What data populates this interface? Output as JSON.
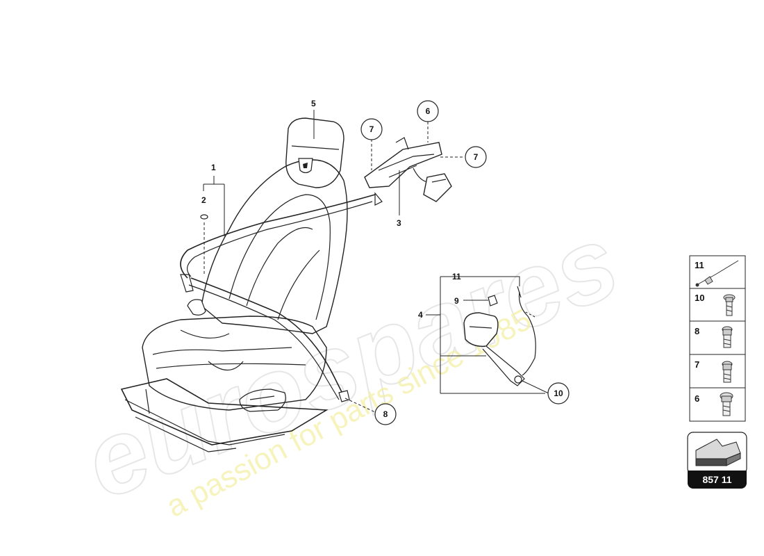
{
  "watermark": {
    "brand": "eurospares",
    "tagline": "a passion for parts since 1985"
  },
  "callouts": {
    "c1": "1",
    "c2": "2",
    "c3": "3",
    "c4": "4",
    "c5": "5",
    "c6": "6",
    "c7a": "7",
    "c7b": "7",
    "c8": "8",
    "c9": "9",
    "c10": "10",
    "c11": "11"
  },
  "legend": {
    "items": [
      {
        "number": "11",
        "icon": "wire-harness-icon"
      },
      {
        "number": "10",
        "icon": "bolt-icon"
      },
      {
        "number": "8",
        "icon": "bolt-icon"
      },
      {
        "number": "7",
        "icon": "bolt-icon"
      },
      {
        "number": "6",
        "icon": "bolt-icon"
      }
    ]
  },
  "diagram_code": "857 11",
  "colors": {
    "line": "#222222",
    "watermark_outline": "#e6e6e6",
    "watermark_tagline": "#f3f0a8"
  }
}
